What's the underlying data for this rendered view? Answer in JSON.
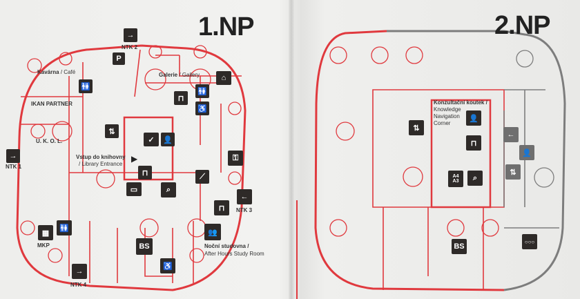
{
  "floor1": {
    "title": "1.NP",
    "labels": {
      "ntk2": "NTK 2",
      "ntk1": "NTK 1",
      "ntk3": "NTK 3",
      "ntk4": "NTK 4",
      "cafe_cz": "Kavárna",
      "cafe_en": "/ Café",
      "gallery_cz": "Galerie",
      "gallery_en": "/ Gallery",
      "ikan": "IKAN PARTNER",
      "ukol": "U. K. O. L.",
      "entrance_cz": "Vstup do knihovny",
      "entrance_en": "/ Library Entrance",
      "mkp": "MKP",
      "bs": "BS",
      "study_cz": "Noční studovna /",
      "study_en": "After Hours Study Room"
    }
  },
  "floor2": {
    "title": "2.NP",
    "labels": {
      "corner_cz": "Konzultační koutek /",
      "corner_en1": "Knowledge",
      "corner_en2": "Navigation",
      "corner_en3": "Corner",
      "bs": "BS",
      "copy_a4": "A4",
      "copy_a3": "A3"
    }
  },
  "colors": {
    "plan": "#e0393e",
    "plan_gray": "#7d7d7d",
    "icon": "#2e2a28"
  }
}
